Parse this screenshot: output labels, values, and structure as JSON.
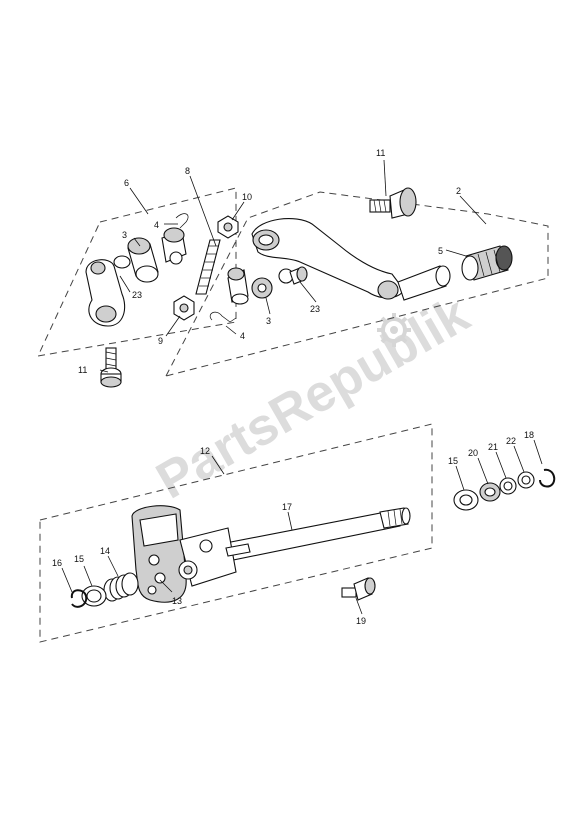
{
  "watermark": "PartsRepublik",
  "callouts": {
    "c2": "2",
    "c3a": "3",
    "c3b": "3",
    "c4a": "4",
    "c4b": "4",
    "c5": "5",
    "c6": "6",
    "c8": "8",
    "c9": "9",
    "c10": "10",
    "c11a": "11",
    "c11b": "11",
    "c12": "12",
    "c13": "13",
    "c14": "14",
    "c15a": "15",
    "c15b": "15",
    "c16": "16",
    "c17": "17",
    "c18": "18",
    "c19": "19",
    "c20": "20",
    "c21": "21",
    "c22": "22",
    "c23a": "23",
    "c23b": "23"
  }
}
